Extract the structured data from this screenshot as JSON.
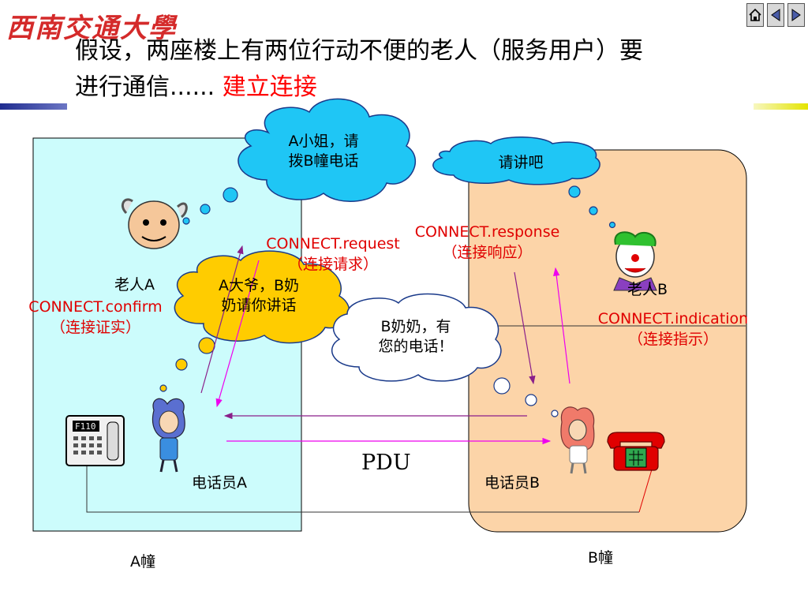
{
  "header": {
    "logo_text": "西南交通大學",
    "title_line1": "假设，两座楼上有两位行动不便的老人（服务用户）要",
    "title_line2": "进行通信......",
    "title_highlight": "建立连接"
  },
  "nav": {
    "home_icon": "home-icon",
    "prev_icon": "prev-arrow-icon",
    "next_icon": "next-arrow-icon"
  },
  "buildings": {
    "a_label": "A幢",
    "b_label": "B幢"
  },
  "people": {
    "elder_a": "老人A",
    "elder_b": "老人B",
    "operator_a": "电话员A",
    "operator_b": "电话员B"
  },
  "clouds": {
    "cloud_a_line1": "A小姐，请",
    "cloud_a_line2": "拨B幢电话",
    "cloud_b": "请讲吧",
    "cloud_opa_line1": "A大爷，B奶",
    "cloud_opa_line2": "奶请你讲话",
    "cloud_opb_line1": "B奶奶，有",
    "cloud_opb_line2": "您的电话！"
  },
  "primitives": {
    "request": "CONNECT.request",
    "request_cn": "（连接请求）",
    "response": "CONNECT.response",
    "response_cn": "（连接响应）",
    "confirm": "CONNECT.confirm",
    "confirm_cn": "（连接证实）",
    "indication": "CONNECT.indication",
    "indication_cn": "（连接指示）"
  },
  "pdu_label": "PDU",
  "phone_a_display": "F110",
  "colors": {
    "building_a": "#ccfcfc",
    "building_b": "#fcd4a8",
    "cloud_blue": "#1fc6f5",
    "cloud_yellow": "#ffcc00",
    "arrow_magenta": "#ee00ee",
    "arrow_purple": "#8a1f8a",
    "primitive_red": "#e00000"
  }
}
